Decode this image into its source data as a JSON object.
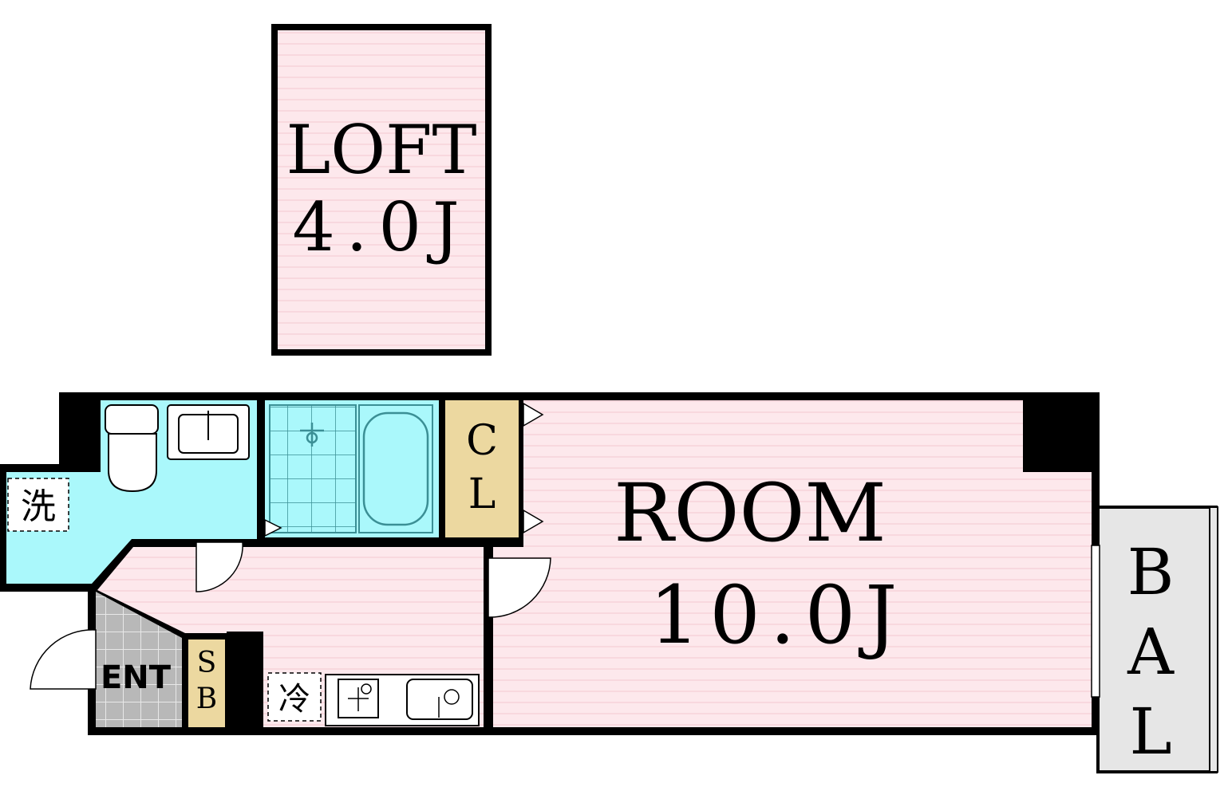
{
  "loft": {
    "name": "LOFT",
    "size": "4.0J"
  },
  "room": {
    "name": "ROOM",
    "size": "10.0J"
  },
  "closet": {
    "line1": "C",
    "line2": "L"
  },
  "balcony": {
    "line1": "B",
    "line2": "A",
    "line3": "L"
  },
  "entrance": {
    "label": "ENT"
  },
  "shoe_box": {
    "line1": "S",
    "line2": "B"
  },
  "washer": {
    "label": "洗"
  },
  "fridge": {
    "label": "冷"
  },
  "colors": {
    "room_pink": "#fde8ec",
    "stripe": "#f3c9d1",
    "water_cyan": "#aaf8fb",
    "closet_tan": "#ecd8a0",
    "entrance_gray": "#b8b8b8",
    "balcony_gray": "#e6e6e6",
    "wall": "#000000"
  }
}
